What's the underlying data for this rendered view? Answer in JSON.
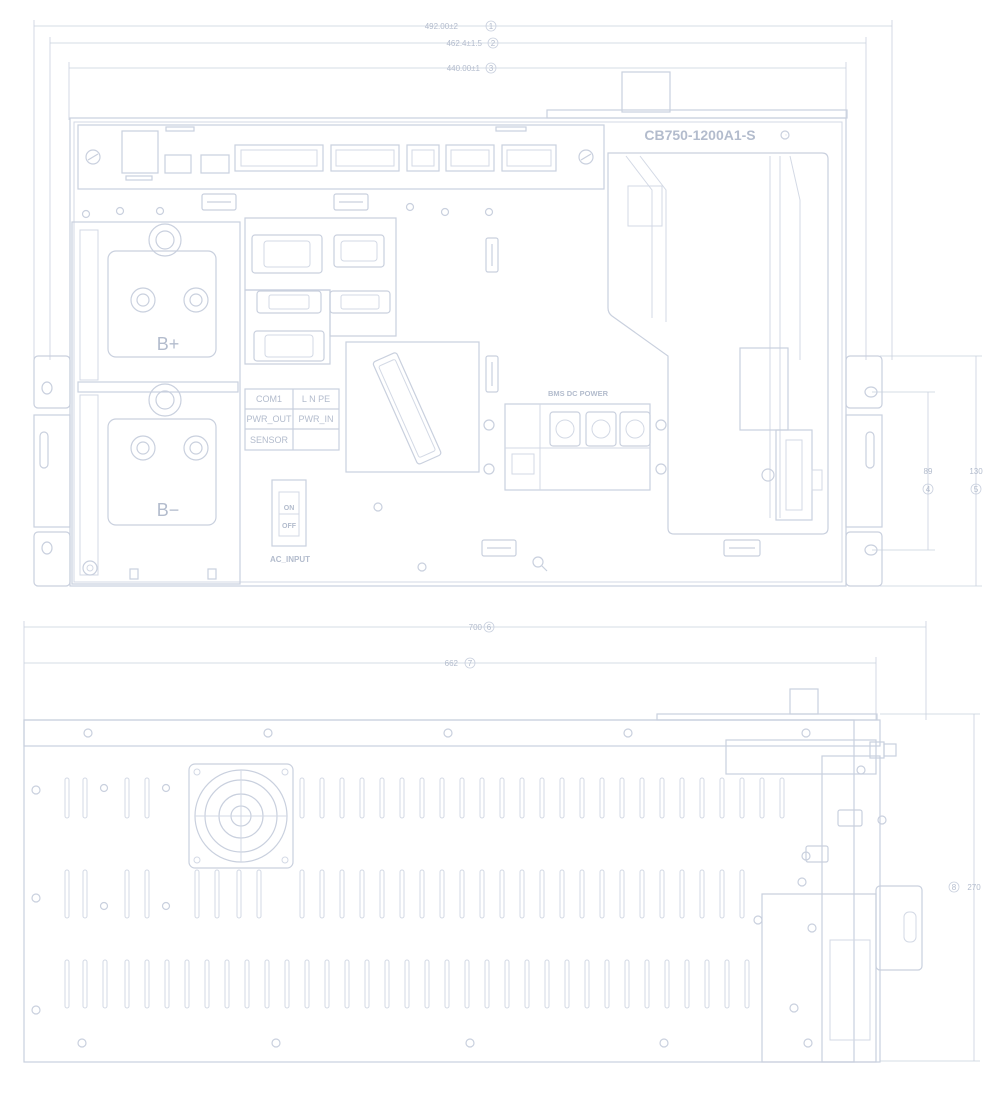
{
  "colors": {
    "line": "#c9d0de",
    "text": "#b3bccd",
    "background": "#ffffff"
  },
  "front_view": {
    "model_label": "CB750-1200A1-S",
    "terminal_plus": "B+",
    "terminal_minus": "B−",
    "bms_label": "BMS DC POWER",
    "port_labels": {
      "com1": "COM1",
      "lnpe": "L  N  PE",
      "pwr_out": "PWR_OUT",
      "pwr_in": "PWR_IN",
      "sensor": "SENSOR"
    },
    "switch_on": "ON",
    "switch_off": "OFF",
    "ac_input": "AC_INPUT",
    "dimensions": {
      "d1_value": "492.00±2",
      "d1_marker": "1",
      "d2_value": "462.4±1.5",
      "d2_marker": "2",
      "d3_value": "440.00±1",
      "d3_marker": "3",
      "d4_value": "89",
      "d4_marker": "4",
      "d5_value": "130",
      "d5_marker": "5"
    }
  },
  "side_view": {
    "dimensions": {
      "d6_value": "700",
      "d6_marker": "6",
      "d7_value": "662",
      "d7_marker": "7",
      "d8_value": "270",
      "d8_marker": "8"
    }
  },
  "icons": [
    "magnifier-icon",
    "fan-icon",
    "screw-icon",
    "connector-icon"
  ]
}
